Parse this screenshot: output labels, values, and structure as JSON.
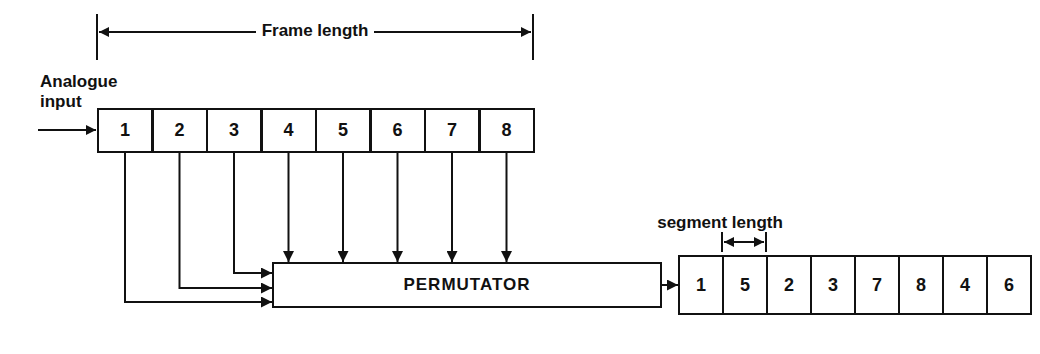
{
  "diagram": {
    "nodes": [
      {
        "text": [
          "1"
        ]
      },
      {
        "text": [
          "2"
        ]
      },
      {
        "text": [
          "3"
        ]
      },
      {
        "text": [
          "4"
        ]
      },
      {
        "text": [
          "5"
        ]
      },
      {
        "text": [
          "6"
        ]
      },
      {
        "text": [
          "7"
        ]
      },
      {
        "text": [
          "8"
        ]
      },
      {
        "text": [
          "PERMUTATOR"
        ]
      },
      {
        "text": [
          "1"
        ]
      },
      {
        "text": [
          "5"
        ]
      },
      {
        "text": [
          "2"
        ]
      },
      {
        "text": [
          "3"
        ]
      },
      {
        "text": [
          "7"
        ]
      },
      {
        "text": [
          "8"
        ]
      },
      {
        "text": [
          "4"
        ]
      },
      {
        "text": [
          "6"
        ]
      }
    ],
    "edges": [
      {
        "from": 0,
        "to": 8,
        "arrow": "to"
      },
      {
        "from": 1,
        "to": 8,
        "arrow": "to"
      },
      {
        "from": 2,
        "to": 8,
        "arrow": "to"
      },
      {
        "from": 3,
        "to": 8,
        "arrow": "to"
      },
      {
        "from": 4,
        "to": 8,
        "arrow": "to"
      },
      {
        "from": 5,
        "to": 8,
        "arrow": "to"
      },
      {
        "from": 6,
        "to": 8,
        "arrow": "to"
      },
      {
        "from": 7,
        "to": 8,
        "arrow": "to"
      },
      {
        "from": 8,
        "to": 9,
        "arrow": "to"
      }
    ],
    "labels": [
      "Frame length",
      "Analogue input",
      "segment length"
    ]
  }
}
